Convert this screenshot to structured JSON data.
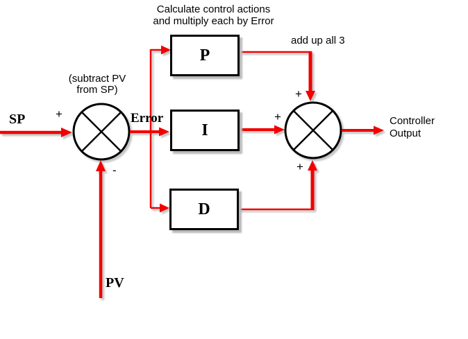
{
  "blocks": {
    "p": {
      "label": "P"
    },
    "i": {
      "label": "I"
    },
    "d": {
      "label": "D"
    }
  },
  "labels": {
    "sp": "SP",
    "pv": "PV",
    "error": "Error"
  },
  "signs": {
    "sp_plus": "+",
    "pv_minus": "-",
    "p_plus": "+",
    "i_plus": "+",
    "d_plus": "+"
  },
  "notes": {
    "calc_line1": "Calculate control actions",
    "calc_line2": "and multiply each by Error",
    "add_up": "add up all 3",
    "subtract_line1": "(subtract PV",
    "subtract_line2": "from SP)",
    "controller_line1": "Controller",
    "controller_line2": "Output"
  },
  "colors": {
    "wire_red": "#f20000",
    "box_border": "#000000",
    "shadow_gray": "#bdbdbd",
    "text": "#000000",
    "background": "#ffffff"
  }
}
